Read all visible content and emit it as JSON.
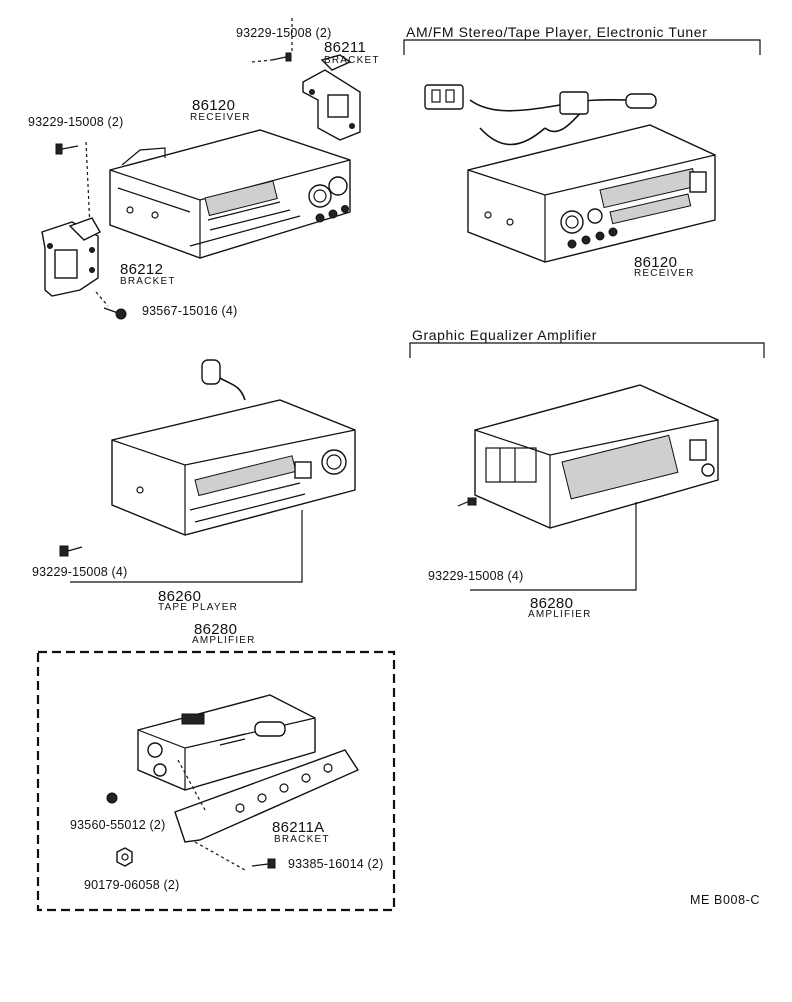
{
  "sections": {
    "tuner_title": "AM/FM Stereo/Tape Player, Electronic Tuner",
    "equalizer_title": "Graphic Equalizer Amplifier"
  },
  "parts": {
    "bolt_bracket_top": "93229-15008 (2)",
    "bracket_86211": {
      "number": "86211",
      "name": "BRACKET"
    },
    "receiver_left": {
      "number": "86120",
      "name": "RECEIVER"
    },
    "bolt_left": "93229-15008 (2)",
    "bracket_86212": {
      "number": "86212",
      "name": "BRACKET"
    },
    "screw_93567": "93567-15016 (4)",
    "receiver_right": {
      "number": "86120",
      "name": "RECEIVER"
    },
    "tape_bolt": "93229-15008 (4)",
    "tape_player": {
      "number": "86260",
      "name": "TAPE PLAYER"
    },
    "eq_bolt": "93229-15008 (4)",
    "eq_amplifier": {
      "number": "86280",
      "name": "AMPLIFIER"
    },
    "amp_box": {
      "number": "86280",
      "name": "AMPLIFIER"
    },
    "screw_93560": "93560-55012 (2)",
    "nut_90179": "90179-06058 (2)",
    "bracket_86211a": {
      "number": "86211A",
      "name": "BRACKET"
    },
    "screw_93385": "93385-16014 (2)"
  },
  "reference_code": "ME  B008-C"
}
